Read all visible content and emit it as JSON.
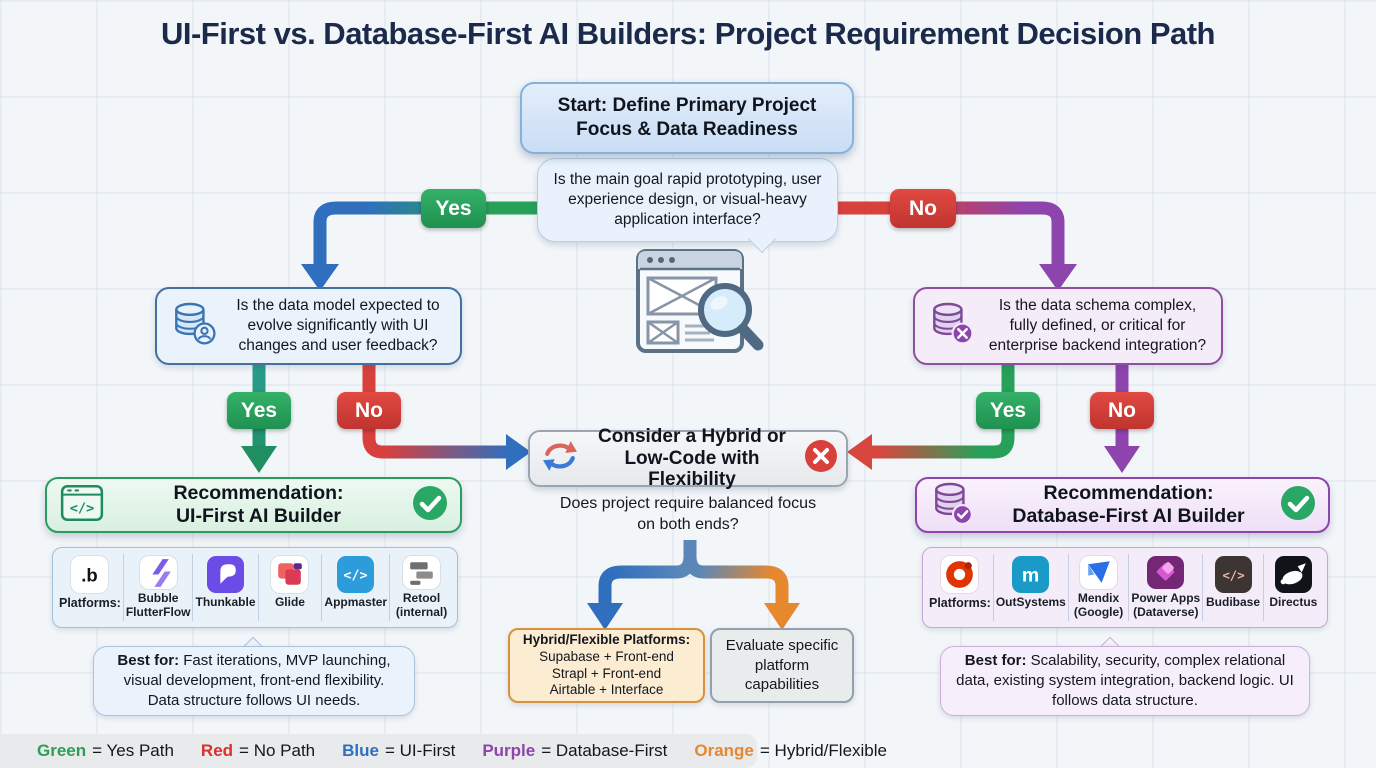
{
  "title": "UI-First vs. Database-First AI Builders: Project Requirement Decision Path",
  "start": {
    "line1": "Start: Define Primary Project",
    "line2": "Focus & Data Readiness"
  },
  "main_question": "Is the main goal rapid prototyping, user experience design, or visual-heavy application interface?",
  "badges": {
    "yes": "Yes",
    "no": "No"
  },
  "left": {
    "question": "Is the data model expected to evolve significantly with UI changes and user feedback?",
    "rec_line1": "Recommendation:",
    "rec_line2": "UI-First AI Builder",
    "platforms_label": "Platforms:",
    "platforms": [
      "Bubble FlutterFlow",
      "Thunkable",
      "Glide",
      "Appmaster",
      "Retool (internal)"
    ],
    "best_bold": "Best for:",
    "best_text": " Fast iterations, MVP launching, visual development, front-end flexibility. Data structure follows UI needs."
  },
  "right": {
    "question": "Is the data schema complex, fully defined, or critical for enterprise backend integration?",
    "rec_line1": "Recommendation:",
    "rec_line2": "Database-First AI Builder",
    "platforms_label": "Platforms:",
    "platforms": [
      "OutSystems",
      "Mendix (Google)",
      "Power Apps (Dataverse)",
      "Budibase",
      "Directus"
    ],
    "best_bold": "Best for:",
    "best_text": " Scalability, security, complex relational data, existing system integration, backend logic. UI follows data structure."
  },
  "center": {
    "hybrid_line1": "Consider a Hybrid or",
    "hybrid_line2": "Low-Code with Flexibility",
    "question": "Does project require balanced focus on both ends?",
    "orange_title": "Hybrid/Flexible Platforms:",
    "orange_items": [
      "Supabase + Front-end",
      "Strapl + Front-end",
      "Airtable + Interface"
    ],
    "evaluate": "Evaluate specific platform capabilities"
  },
  "legend": {
    "items": [
      {
        "word": "Green",
        "color": "#2e9e57",
        "rest": "= Yes Path"
      },
      {
        "word": "Red",
        "color": "#d63031",
        "rest": "= No Path"
      },
      {
        "word": "Blue",
        "color": "#2f6fbe",
        "rest": "= UI-First"
      },
      {
        "word": "Purple",
        "color": "#8e44ad",
        "rest": "= Database-First"
      },
      {
        "word": "Orange",
        "color": "#e6882e",
        "rest": "= Hybrid/Flexible"
      }
    ]
  },
  "colors": {
    "green": "#27a05a",
    "red": "#d8403c",
    "blue": "#2f6fbe",
    "purple": "#8e44ad",
    "orange": "#e6882e",
    "teal": "#2a9d8f"
  }
}
